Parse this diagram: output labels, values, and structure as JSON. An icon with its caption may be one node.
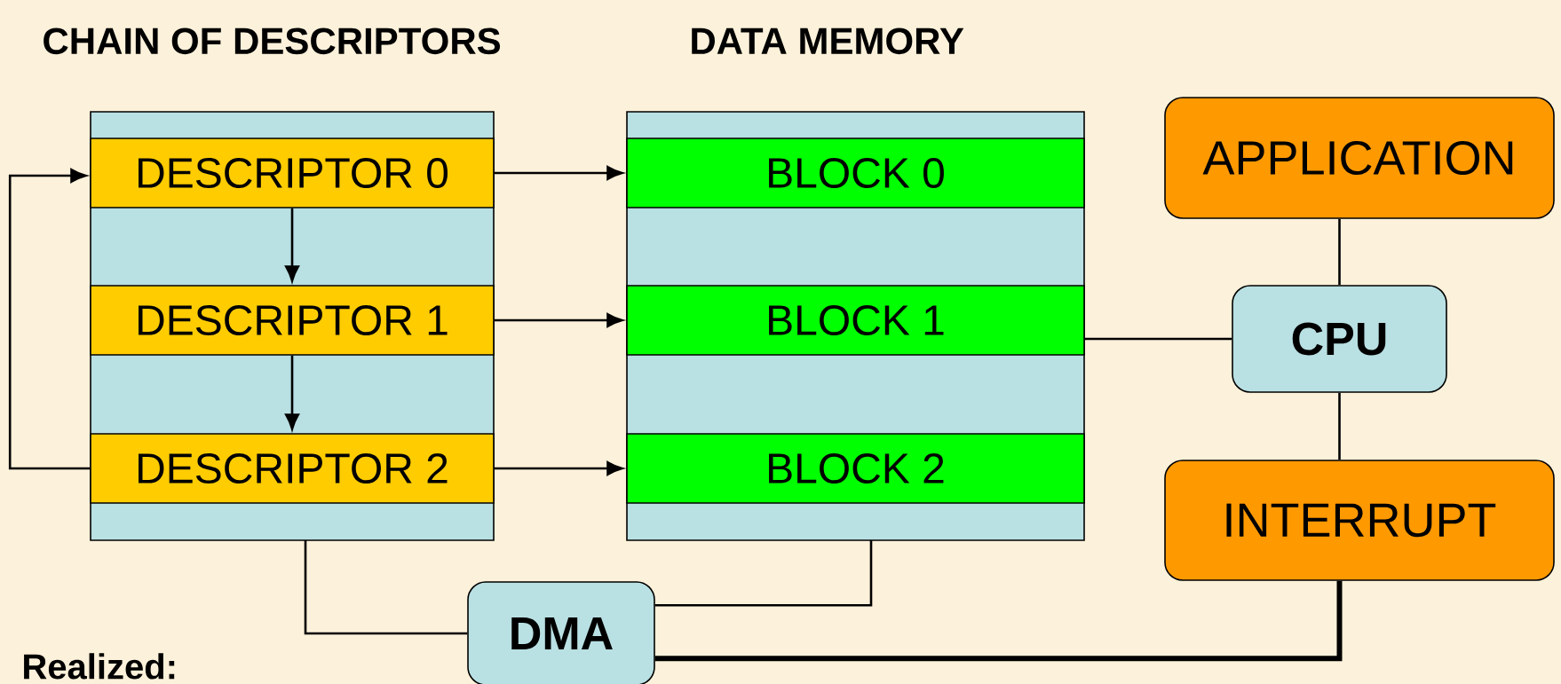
{
  "diagram": {
    "nodes": [
      {
        "text": [
          "CHAIN OF DESCRIPTORS"
        ]
      },
      {
        "text": [
          "DESCRIPTOR 0"
        ],
        "in": 0
      },
      {
        "text": [
          "DESCRIPTOR 1"
        ],
        "in": 0
      },
      {
        "text": [
          "DESCRIPTOR 2"
        ],
        "in": 0
      },
      {
        "text": [
          "DATA MEMORY"
        ]
      },
      {
        "text": [
          "BLOCK 0"
        ],
        "in": 4
      },
      {
        "text": [
          "BLOCK 1"
        ],
        "in": 4
      },
      {
        "text": [
          "BLOCK 2"
        ],
        "in": 4
      },
      {
        "text": [
          "APPLICATION"
        ]
      },
      {
        "text": [
          "CPU"
        ]
      },
      {
        "text": [
          "INTERRUPT"
        ]
      },
      {
        "text": [
          "DMA"
        ]
      }
    ],
    "edges": [
      {
        "from": 1,
        "to": 5,
        "arrow": "to"
      },
      {
        "from": 2,
        "to": 6,
        "arrow": "to"
      },
      {
        "from": 3,
        "to": 7,
        "arrow": "to"
      },
      {
        "from": 1,
        "to": 2,
        "arrow": "to"
      },
      {
        "from": 2,
        "to": 3,
        "arrow": "to"
      },
      {
        "from": 3,
        "to": 1,
        "arrow": "to"
      },
      {
        "from": 6,
        "to": 9,
        "arrow": "none"
      },
      {
        "from": 8,
        "to": 9,
        "arrow": "none"
      },
      {
        "from": 9,
        "to": 10,
        "arrow": "none"
      },
      {
        "from": 0,
        "to": 11,
        "arrow": "none"
      },
      {
        "from": 4,
        "to": 11,
        "arrow": "none"
      },
      {
        "from": 11,
        "to": 10,
        "arrow": "none",
        "style": "thick"
      }
    ],
    "labels": [
      "Realized:"
    ]
  }
}
